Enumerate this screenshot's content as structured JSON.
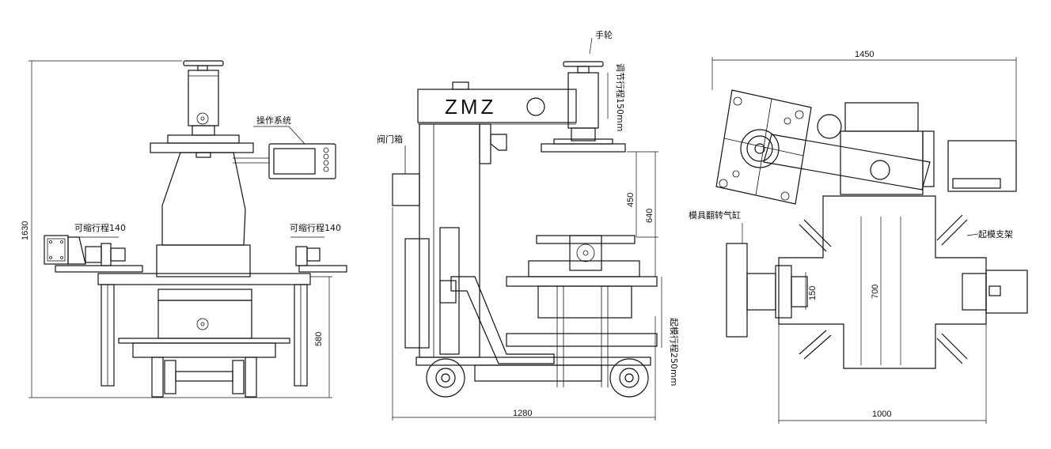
{
  "brand": "ZMZ",
  "dimensions": {
    "left_height": "1630",
    "left_lower_height": "580",
    "side_mid_height": "450",
    "side_total_height": "640",
    "side_width": "1280",
    "top_width": "1450",
    "top_base_width": "1000",
    "top_inner_height": "700",
    "top_small": "150"
  },
  "labels": {
    "operation_system": "操作系统",
    "stroke_left": "可缩行程140",
    "stroke_right": "可缩行程140",
    "valve_box": "阀门箱",
    "handwheel": "手轮",
    "adjust_stroke": "调节行程150mm",
    "lift_stroke": "起模行程250mm",
    "mold_flip_cylinder": "模具翻转气缸",
    "mold_support": "起模支架"
  }
}
